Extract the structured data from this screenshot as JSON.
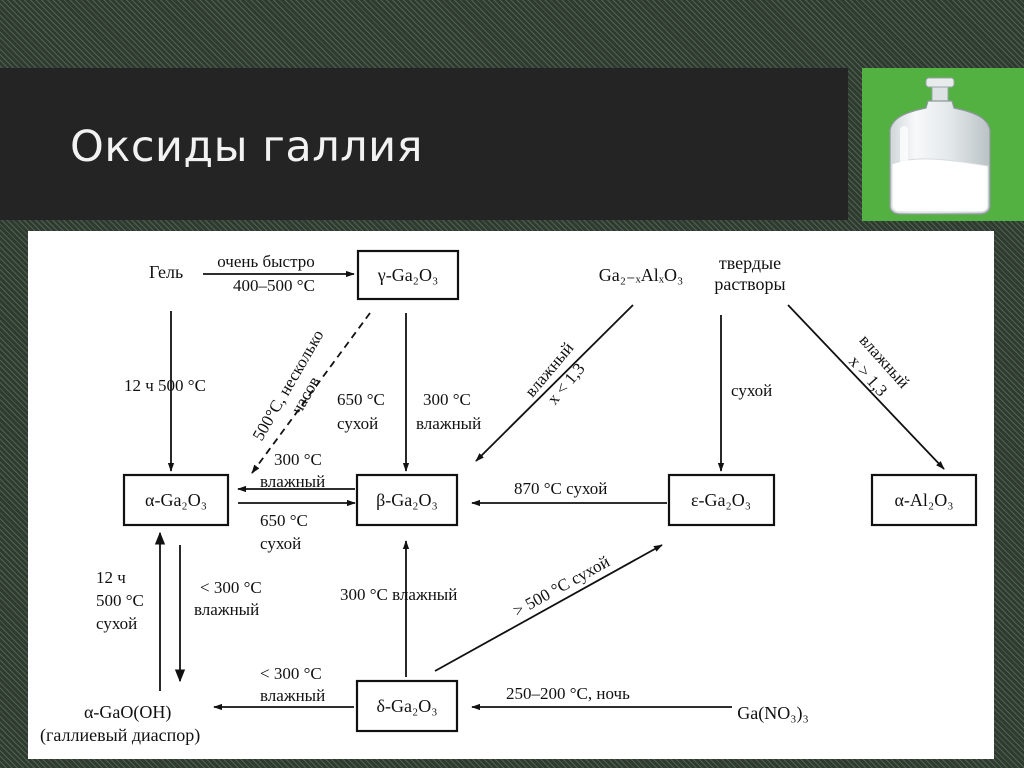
{
  "slide": {
    "title": "Оксиды галлия"
  },
  "photo": {
    "icon": "reagent-bottle-icon",
    "background": "#52b140"
  },
  "diagram": {
    "nodes": {
      "gel": "Гель",
      "gamma": "γ-Ga₂O₃",
      "solid_solution_formula": "Ga₂₋ₓAlₓO₃",
      "solid_solution_l1": "твердые",
      "solid_solution_l2": "растворы",
      "alpha": "α-Ga₂O₃",
      "beta": "β-Ga₂O₃",
      "epsilon": "ε-Ga₂O₃",
      "alpha_al": "α-Al₂O₃",
      "delta": "δ-Ga₂O₃",
      "gaooh": "α-GaO(OH)",
      "gaooh_name": "(галлиевый диаспор)",
      "nitrate": "Ga(NO₃)₃"
    },
    "labels": {
      "gel_gamma_top": "очень быстро",
      "gel_gamma_bottom": "400–500 °C",
      "gel_alpha": "12 ч  500 °C",
      "gamma_alpha_dashed_l1": "500°C, несколько",
      "gamma_alpha_dashed_l2": "часов",
      "gamma_beta_650_l1": "650 °C",
      "gamma_beta_650_l2": "сухой",
      "gamma_beta_300_l1": "300 °C",
      "gamma_beta_300_l2": "влажный",
      "ss_beta_l1": "влажный",
      "ss_beta_l2": "x < 1,3",
      "ss_epsilon": "сухой",
      "ss_alal_l1": "влажный",
      "ss_alal_l2": "x > 1,3",
      "beta_alpha_l1": "300 °C",
      "beta_alpha_l2": "влажный",
      "alpha_beta_l1": "650 °C",
      "alpha_beta_l2": "сухой",
      "epsilon_beta": "870 °C сухой",
      "gaooh_alpha_l1": "12 ч",
      "gaooh_alpha_l2": "500 °C",
      "gaooh_alpha_l3": "сухой",
      "alpha_gaooh_l1": "< 300 °C",
      "alpha_gaooh_l2": "влажный",
      "delta_beta": "300 °C влажный",
      "delta_epsilon": "> 500 °C сухой",
      "delta_gaooh_l1": "< 300 °C",
      "delta_gaooh_l2": "влажный",
      "nitrate_delta": "250–200 °C,  ночь"
    }
  }
}
